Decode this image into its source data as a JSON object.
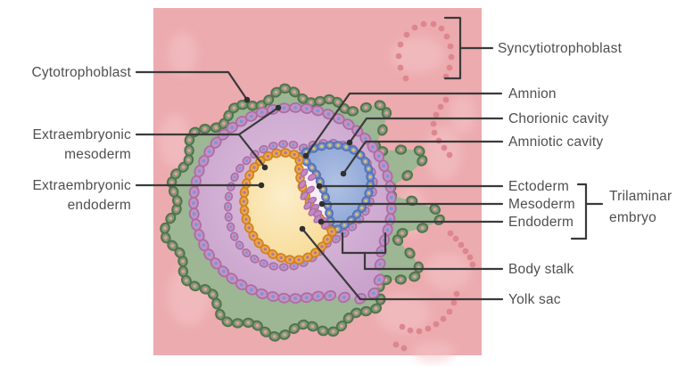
{
  "diagram": {
    "description": "Implanted embryo cross-section diagram",
    "labels": {
      "cytotrophoblast": "Cytotrophoblast",
      "extraembryonic_mesoderm": [
        "Extraembryonic",
        "mesoderm"
      ],
      "extraembryonic_endoderm": [
        "Extraembryonic",
        "endoderm"
      ],
      "syncytiotrophoblast": "Syncytiotrophoblast",
      "amnion": "Amnion",
      "chorionic_cavity": "Chorionic cavity",
      "amniotic_cavity": "Amniotic cavity",
      "ectoderm": "Ectoderm",
      "mesoderm": "Mesoderm",
      "endoderm": "Endoderm",
      "trilaminar_embryo": [
        "Trilaminar",
        "embryo"
      ],
      "body_stalk": "Body stalk",
      "yolk_sac": "Yolk sac"
    },
    "colors": {
      "page_bg": "#ffffff",
      "decidua": "#ecabaf",
      "decidua_light": "#f4c5c7",
      "syncytio_dot": "#dd868e",
      "green_fill": "#9db694",
      "green_cell": "#7d9c74",
      "green_cell_outline": "#54724e",
      "green_cell_dot": "#e59aa0",
      "chorion_inner": "#dfc2e0",
      "chorion_outer": "#c9a3cc",
      "purple_cell": "#c98fc2",
      "purple_cell_outline": "#a86fa4",
      "purple_cell_dot": "#6f9cd9",
      "amnio_inner": "#b0c2e5",
      "amnio_outer": "#8ba3d4",
      "blue_cell": "#7a95cf",
      "blue_cell_outline": "#5472b0",
      "blue_cell_dot": "#ecc261",
      "yolk_inner": "#fceecb",
      "yolk_outer": "#f8dd9b",
      "orange_cell": "#f0a741",
      "orange_cell_outline": "#cd8326",
      "orange_cell_dot": "#aa77b5",
      "disc_fill": "#f8eef5",
      "disc_oval": "#c288c3",
      "disc_oval_outline": "#a76cab",
      "leader_line": "#3a3a3a",
      "label_text": "#4f4f4f"
    }
  }
}
